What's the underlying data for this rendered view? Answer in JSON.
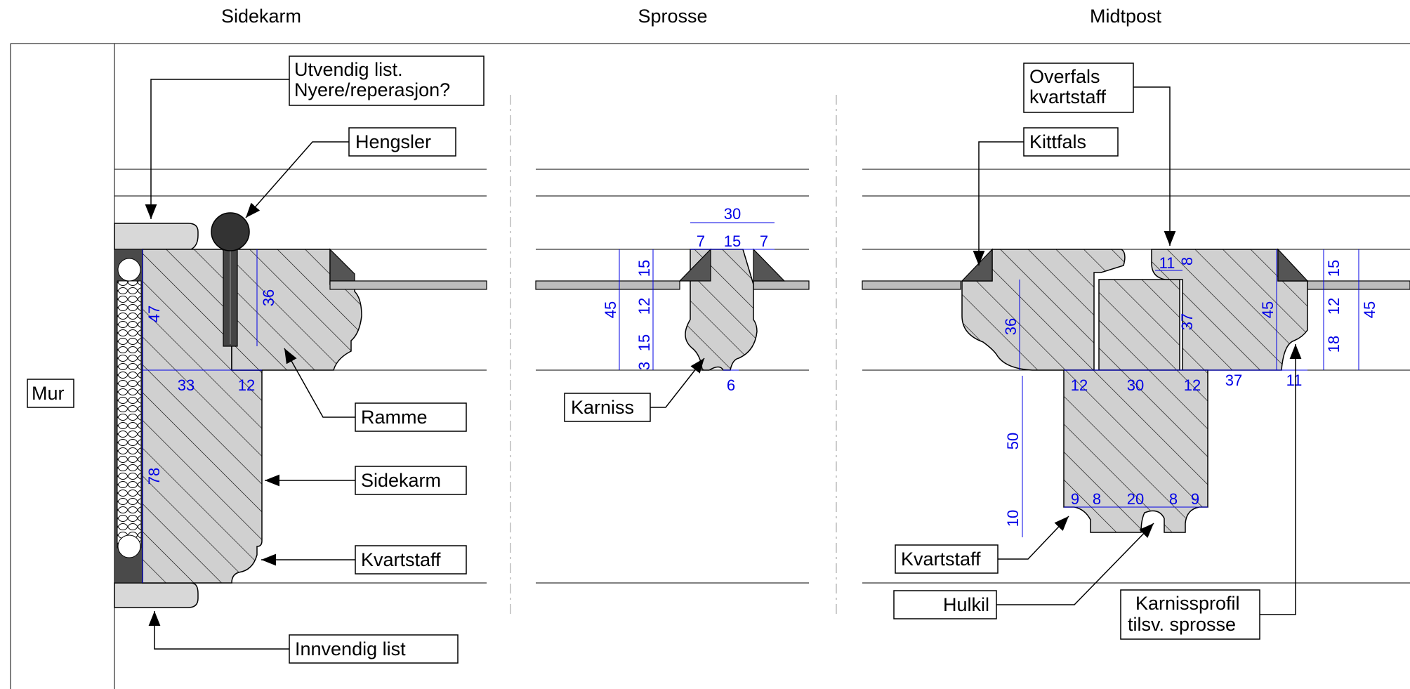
{
  "sections": {
    "sidekarm_title": "Sidekarm",
    "sprosse_title": "Sprosse",
    "midtpost_title": "Midtpost"
  },
  "labels": {
    "mur": "Mur",
    "utvendig_list_1": "Utvendig list.",
    "utvendig_list_2": "Nyere/reperasjon?",
    "hengsler": "Hengsler",
    "ramme": "Ramme",
    "sidekarm": "Sidekarm",
    "kvartstaff_left": "Kvartstaff",
    "innvendig_list": "Innvendig list",
    "karniss": "Karniss",
    "overfals_1": "Overfals",
    "overfals_2": "kvartstaff",
    "kittfals": "Kittfals",
    "kvartstaff_right": "Kvartstaff",
    "hulkil": "Hulkil",
    "karnissprofil_1": "Karnissprofil",
    "karnissprofil_2": "tilsv. sprosse"
  },
  "dimensions": {
    "sidekarm": {
      "d47": "47",
      "d36": "36",
      "d33": "33",
      "d12": "12",
      "d78": "78"
    },
    "sprosse": {
      "d30": "30",
      "d7a": "7",
      "d15": "15",
      "d7b": "7",
      "v45": "45",
      "v15a": "15",
      "v12": "12",
      "v15b": "15",
      "v3": "3",
      "d6": "6"
    },
    "midtpost": {
      "d11a": "11",
      "d8a": "8",
      "v36": "36",
      "v37": "37",
      "v45a": "45",
      "v15": "15",
      "v12": "12",
      "v18": "18",
      "v45b": "45",
      "d12a": "12",
      "d30": "30",
      "d12b": "12",
      "d37": "37",
      "d11b": "11",
      "v50": "50",
      "v10": "10",
      "d9a": "9",
      "d8b": "8",
      "d20": "20",
      "d8c": "8",
      "d9b": "9"
    }
  }
}
